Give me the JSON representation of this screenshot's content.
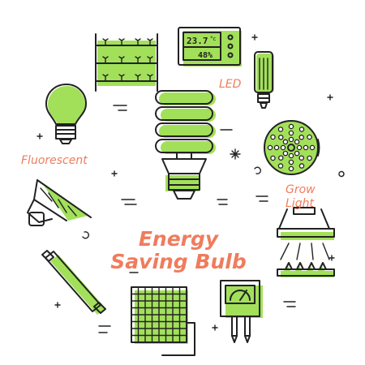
{
  "title_line1": "Energy",
  "title_line2": "Saving Bulb",
  "labels": {
    "led": "LED",
    "fluorescent": "Fluorescent",
    "grow": "Grow",
    "light": "Light"
  },
  "thermostat": {
    "temperature": "23.7",
    "unit": "°c",
    "humidity": "48%"
  },
  "colors": {
    "accent": "#a3e05a",
    "label": "#f07c5c",
    "outline": "#222222"
  },
  "icons": [
    "plant-shelf-icon",
    "thermostat-icon",
    "led-bulb-icon",
    "incandescent-bulb-icon",
    "spiral-bulb-icon",
    "grow-light-panel-icon",
    "spot-lamp-icon",
    "hanging-grow-lamp-icon",
    "fluorescent-tube-icon",
    "led-panel-icon",
    "meter-icon"
  ]
}
